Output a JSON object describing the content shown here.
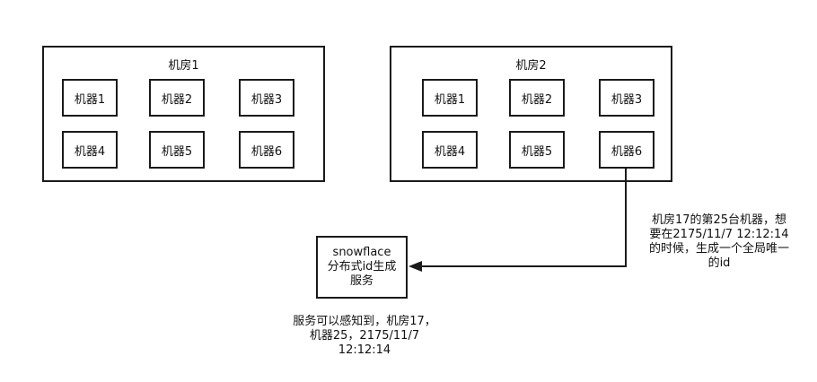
{
  "rooms": [
    {
      "title": "机房1",
      "machines": [
        "机器1",
        "机器2",
        "机器3",
        "机器4",
        "机器5",
        "机器6"
      ]
    },
    {
      "title": "机房2",
      "machines": [
        "机器1",
        "机器2",
        "机器3",
        "机器4",
        "机器5",
        "机器6"
      ]
    }
  ],
  "service": {
    "line1": "snowflace",
    "line2": "分布式id生成",
    "line3": "服务"
  },
  "right_note": {
    "line1": "机房17的第25台机器，想",
    "line2": "要在2175/11/7 12:12:14",
    "line3": "的时候，生成一个全局唯一",
    "line4": "的id"
  },
  "bottom_note": {
    "line1": "服务可以感知到，机房17，",
    "line2": "机器25，2175/11/7",
    "line3": "12:12:14"
  }
}
